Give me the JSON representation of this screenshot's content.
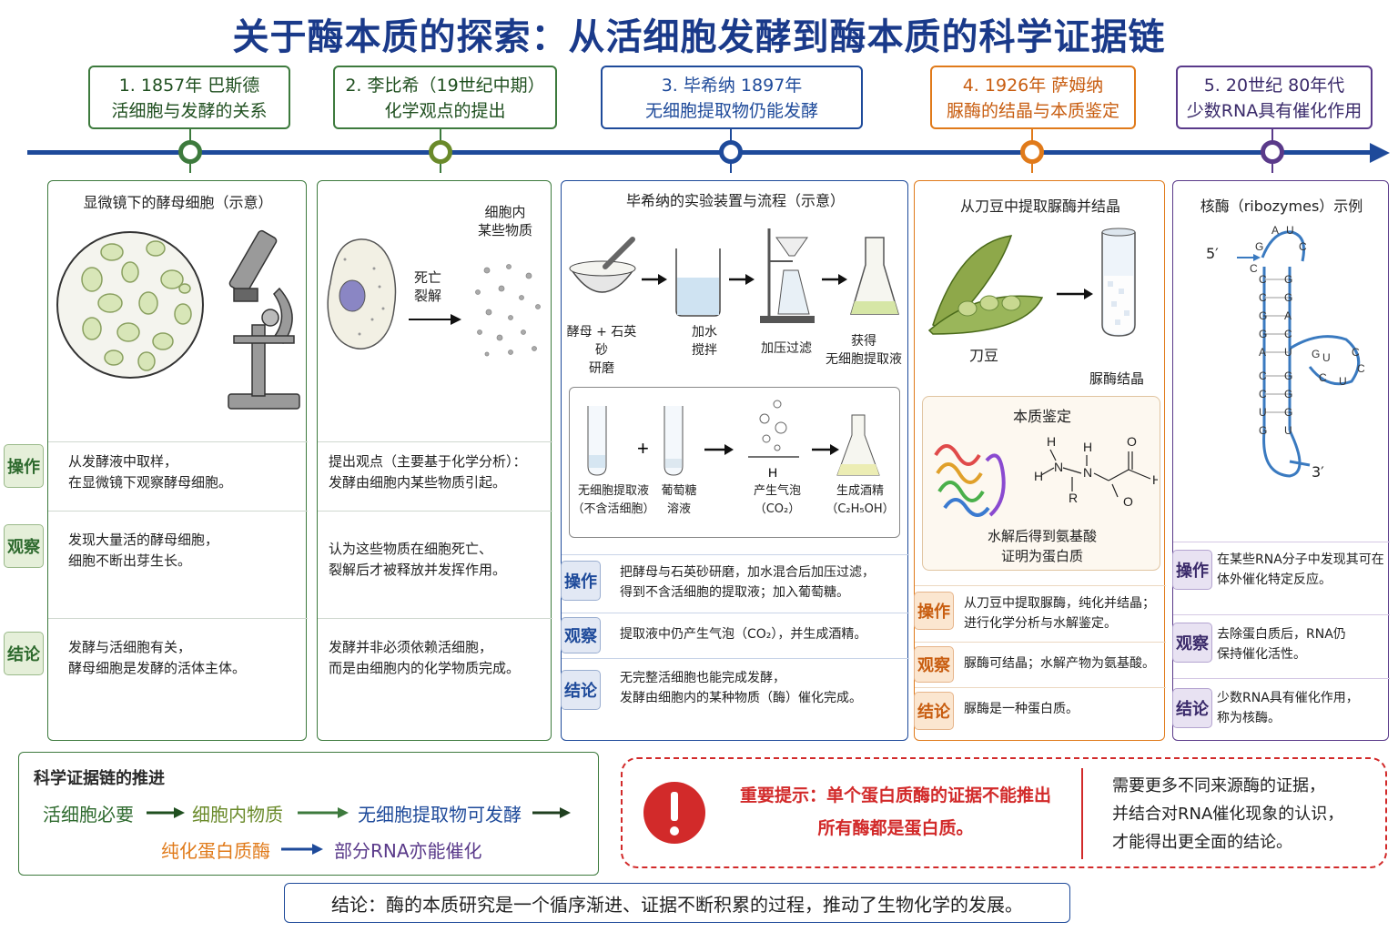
{
  "title": "关于酶本质的探索：从活细胞发酵到酶本质的科学证据链",
  "colors": {
    "green": "#3d7a3d",
    "blue": "#1e4a9a",
    "orange": "#e07a1a",
    "purple": "#5a3a8a",
    "red": "#d22a2a"
  },
  "stages": [
    {
      "line1": "1. 1857年  巴斯德",
      "line2": "活细胞与发酵的关系"
    },
    {
      "line1": "2. 李比希（19世纪中期）",
      "line2": "化学观点的提出"
    },
    {
      "line1": "3. 毕希纳   1897年",
      "line2": "无细胞提取物仍能发酵"
    },
    {
      "line1": "4. 1926年 萨姆纳",
      "line2": "脲酶的结晶与本质鉴定"
    },
    {
      "line1": "5. 20世纪 80年代",
      "line2": "少数RNA具有催化作用"
    }
  ],
  "tags": {
    "op": "操作",
    "obs": "观察",
    "con": "结论"
  },
  "card1": {
    "caption": "显微镜下的酵母细胞（示意）",
    "op": "从发酵液中取样，\n在显微镜下观察酵母细胞。",
    "obs": "发现大量活的酵母细胞，\n细胞不断出芽生长。",
    "con": "发酵与活细胞有关，\n酵母细胞是发酵的活体主体。"
  },
  "card2": {
    "cell_label": "细胞内\n某些物质",
    "arrow_label": "死亡\n裂解",
    "op": "提出观点（主要基于化学分析）：\n发酵由细胞内某些物质引起。",
    "obs": "认为这些物质在细胞死亡、\n裂解后才被释放并发挥作用。",
    "con": "发酵并非必须依赖活细胞，\n而是由细胞内的化学物质完成。"
  },
  "card3": {
    "caption": "毕希纳的实验装置与流程（示意）",
    "steps": [
      "酵母 + 石英砂\n研磨",
      "加水\n搅拌",
      "加压过滤",
      "获得\n无细胞提取液"
    ],
    "steps2": [
      "无细胞提取液\n（不含活细胞）",
      "葡萄糖\n溶液",
      "产生气泡\n（CO₂）",
      "生成酒精\n（C₂H₅OH）"
    ],
    "op": "把酵母与石英砂研磨，加水混合后加压过滤，\n得到不含活细胞的提取液；加入葡萄糖。",
    "obs": "提取液中仍产生气泡（CO₂），并生成酒精。",
    "con": "无完整活细胞也能完成发酵，\n发酵由细胞内的某种物质（酶）催化完成。"
  },
  "card4": {
    "caption": "从刀豆中提取脲酶并结晶",
    "bean": "刀豆",
    "crystal": "脲酶结晶",
    "id_title": "本质鉴定",
    "id_text": "水解后得到氨基酸\n证明为蛋白质",
    "op": "从刀豆中提取脲酶，纯化并结晶；\n进行化学分析与水解鉴定。",
    "obs": "脲酶可结晶；水解产物为氨基酸。",
    "con": "脲酶是一种蛋白质。"
  },
  "card5": {
    "caption": "核酶（ribozymes）示例",
    "five": "5′",
    "three": "3′",
    "op": "在某些RNA分子中发现其可在\n体外催化特定反应。",
    "obs": "去除蛋白质后，RNA仍\n保持催化活性。",
    "con": "少数RNA具有催化作用，\n称为核酶。"
  },
  "chain": {
    "title": "科学证据链的推进",
    "s1": "活细胞必要",
    "s2": "细胞内物质",
    "s3": "无细胞提取物可发酵",
    "s4": "纯化蛋白质酶",
    "s5": "部分RNA亦能催化"
  },
  "warning": {
    "left": "重要提示：单个蛋白质酶的证据不能推出\n所有酶都是蛋白质。",
    "right": "需要更多不同来源酶的证据，\n并结合对RNA催化现象的认识，\n才能得出更全面的结论。"
  },
  "conclusion": "结论：酶的本质研究是一个循序渐进、证据不断积累的过程，推动了生物化学的发展。"
}
